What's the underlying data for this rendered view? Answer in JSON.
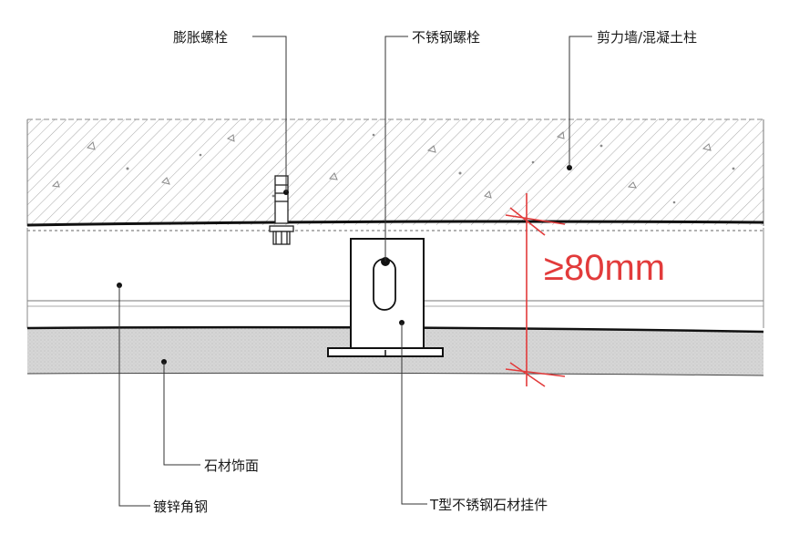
{
  "labels": {
    "expansion_bolt": "膨胀螺栓",
    "stainless_bolt": "不锈钢螺栓",
    "shear_wall": "剪力墙/混凝土柱",
    "stone_facing": "石材饰面",
    "galvanized_angle": "镀锌角钢",
    "t_hanger": "T型不锈钢石材挂件"
  },
  "dimension": {
    "text": "≥80mm",
    "color": "#e23b3b"
  },
  "colors": {
    "line": "#1a1a1a",
    "hatch": "#9a9a9a",
    "stone_fill": "#d9d9d9",
    "dimension": "#e23b3b"
  }
}
